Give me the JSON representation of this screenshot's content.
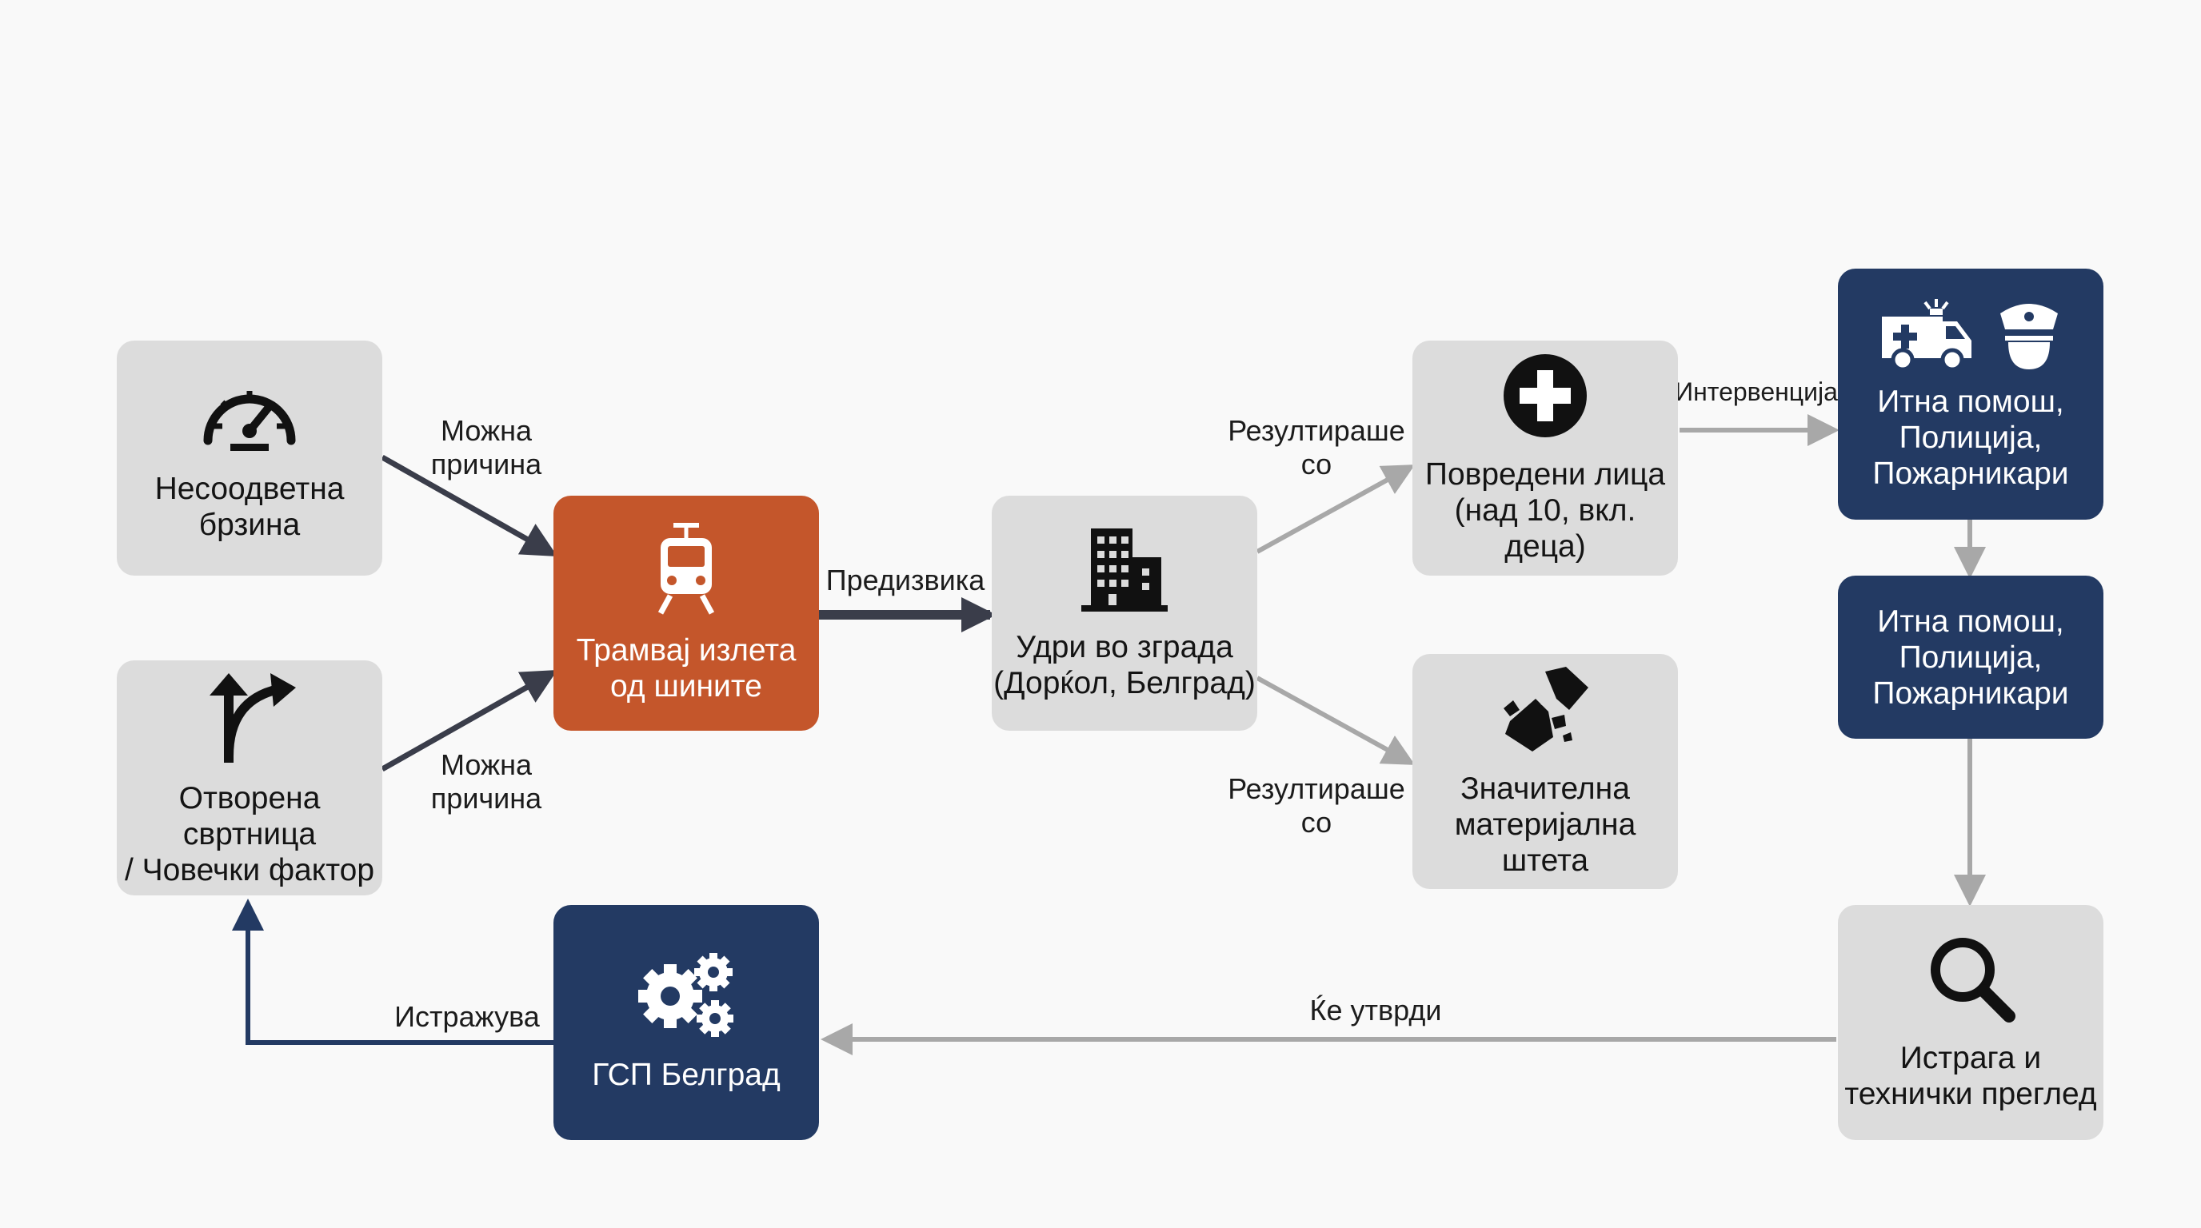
{
  "nodes": {
    "speed": {
      "label": "Несоодветна\nбрзина",
      "icon": "speedometer-icon"
    },
    "switch": {
      "label": "Отворена свртница\n/ Човечки фактор",
      "icon": "turn-right-arrow-icon"
    },
    "tram": {
      "label": "Трамвај излета\nод шините",
      "icon": "tram-icon"
    },
    "building": {
      "label": "Удри во зграда\n(Дорќол, Белград)",
      "icon": "building-icon"
    },
    "injured": {
      "label": "Повредени лица\n(над 10, вкл. деца)",
      "icon": "medical-cross-icon"
    },
    "damage": {
      "label": "Значителна\nматеријална штета",
      "icon": "broken-debris-icon"
    },
    "emergency1": {
      "label": "Итна помош,\nПолиција,\nПожарникари",
      "icons": [
        "ambulance-icon",
        "police-cap-icon"
      ]
    },
    "emergency2": {
      "label": "Итна помош,\nПолиција,\nПожарникари"
    },
    "investigation": {
      "label": "Истрага и\nтехнички преглед",
      "icon": "magnifier-icon"
    },
    "gsp": {
      "label": "ГСП Белград",
      "icon": "gears-icon"
    }
  },
  "edges": {
    "possible_cause_1": "Можна\nпричина",
    "possible_cause_2": "Можна\nпричина",
    "caused": "Предизвика",
    "results_1": "Резултираше\nсо",
    "results_2": "Резултираше\nсо",
    "intervention": "Интервенција",
    "will_determine": "Ќе утврди",
    "investigates": "Истражува"
  },
  "colors": {
    "gray_box": "#dcdcdc",
    "orange_box": "#c4562b",
    "navy_box": "#233a63",
    "dark_arrow": "#3a3d4a",
    "gray_arrow": "#a8a8a8",
    "navy_arrow": "#233a63"
  }
}
